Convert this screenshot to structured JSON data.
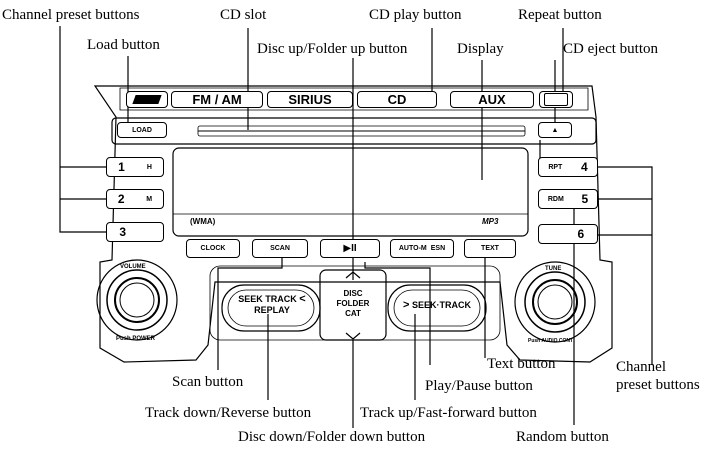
{
  "labels": {
    "channel_preset_left": "Channel preset buttons",
    "cd_slot": "CD slot",
    "cd_play": "CD play button",
    "repeat": "Repeat button",
    "load": "Load button",
    "disc_up": "Disc up/Folder up button",
    "display": "Display",
    "cd_eject": "CD eject button",
    "channel_preset_right_1": "Channel",
    "channel_preset_right_2": "preset buttons",
    "text_button": "Text button",
    "scan": "Scan button",
    "play_pause": "Play/Pause button",
    "track_down": "Track down/Reverse button",
    "track_up": "Track up/Fast-forward button",
    "disc_down": "Disc down/Folder down button",
    "random": "Random button"
  },
  "panel": {
    "source_buttons": [
      "FM / AM",
      "SIRIUS",
      "CD",
      "AUX"
    ],
    "load": "LOAD",
    "eject": "▲",
    "presets_left": [
      {
        "num": "1",
        "tag": "H"
      },
      {
        "num": "2",
        "tag": "M"
      },
      {
        "num": "3",
        "tag": ""
      }
    ],
    "presets_right": [
      {
        "num": "4",
        "tag": "RPT"
      },
      {
        "num": "5",
        "tag": "RDM"
      },
      {
        "num": "6",
        "tag": ""
      }
    ],
    "function_buttons": [
      "CLOCK",
      "SCAN",
      "▶II",
      "AUTO-M",
      "ESN",
      "TEXT"
    ],
    "seek_left_1": "SEEK",
    "seek_left_2": "TRACK",
    "seek_left_3": "REPLAY",
    "seek_right_1": "SEEK",
    "seek_right_2": "TRACK",
    "disc_folder": [
      "DISC",
      "FOLDER",
      "CAT"
    ],
    "volume": "VOLUME",
    "push_power": "Push POWER",
    "tune": "TUNE",
    "push_audio": "Push AUDIO CONT",
    "display_left_logo": "(WMA)",
    "display_right_logo": "MP3"
  }
}
